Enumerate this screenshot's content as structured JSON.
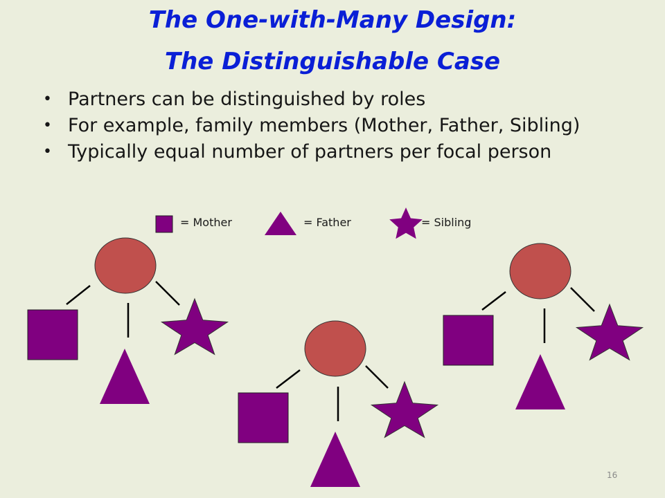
{
  "slide": {
    "title_line1": "The One-with-Many Design:",
    "title_line2": "The Distinguishable Case",
    "bullets": [
      "Partners can be distinguished by roles",
      "For example, family members (Mother, Father, Sibling)",
      "Typically equal number of partners per focal person"
    ],
    "legend": {
      "mother": "= Mother",
      "father": "= Father",
      "sibling": "= Sibling"
    },
    "slide_number": "16"
  },
  "colors": {
    "background": "#ebeedd",
    "title": "#0a1fd6",
    "focal_fill": "#c0504d",
    "partner_fill": "#800080"
  }
}
